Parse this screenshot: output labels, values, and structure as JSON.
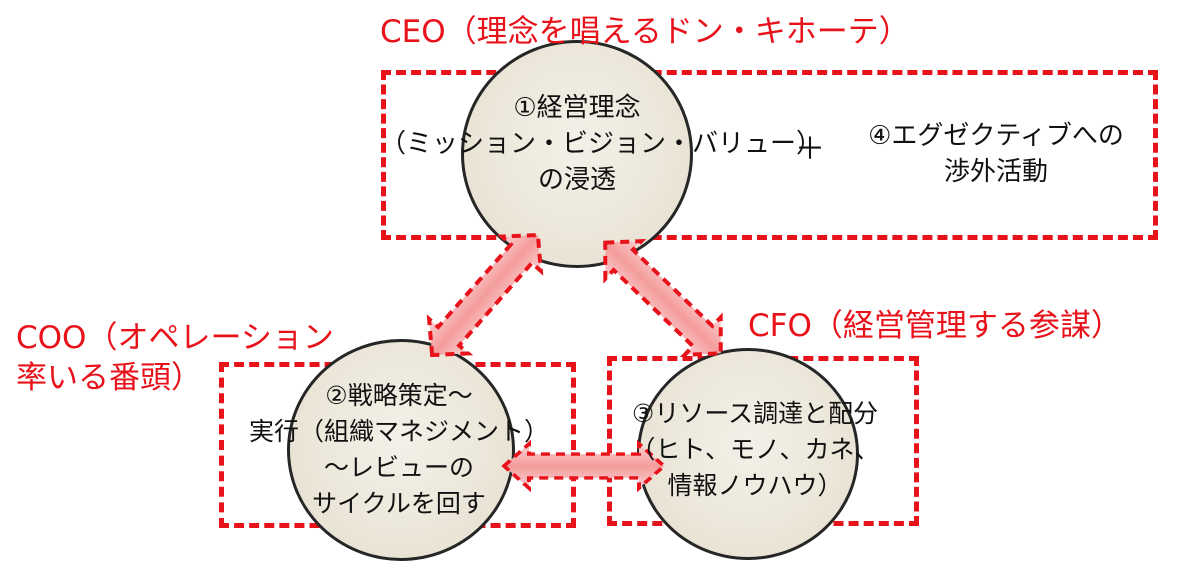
{
  "ceo": {
    "label": "CEO（理念を唱えるドン・キホーテ）",
    "item1": "①経営理念\n（ミッション・ビジョン・バリュー）\nの浸透",
    "plus": "＋",
    "item4": "④エグゼクティブへの\n渉外活動"
  },
  "coo": {
    "label": "COO（オペレーション\n率いる番頭）",
    "item2": "②戦略策定～\n実行（組織マネジメント）\n～レビューの\nサイクルを回す"
  },
  "cfo": {
    "label": "CFO（経営管理する参謀）",
    "item3": "③リソース調達と配分\n（ヒト、モノ、カネ、\n情報ノウハウ）"
  },
  "colors": {
    "accent_red": "#e8121b",
    "arrow_fill": "#f6b3b3",
    "circle_fill": "#ece7da"
  }
}
